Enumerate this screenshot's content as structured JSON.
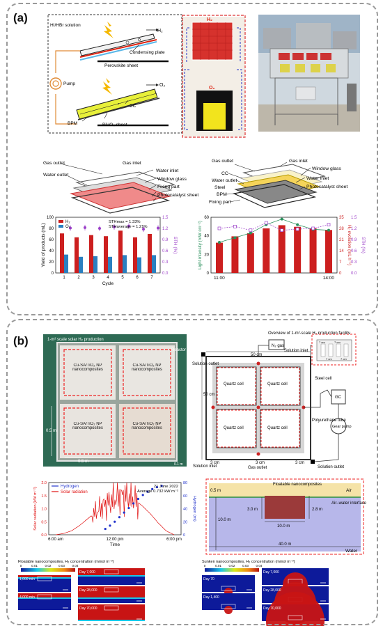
{
  "panel_a": {
    "label": "(a)",
    "schematic": {
      "solution": "HI/HBr solution",
      "h2": "H₂",
      "condensing": "Condensing plate",
      "perovskite": "Perovskite sheet",
      "pump": "Pump",
      "o2": "O₂",
      "cc": "CC",
      "bpm": "BPM",
      "bivo4": "BiVO₄ sheet"
    },
    "photo_labels": {
      "h2": "H₂",
      "o2": "O₂"
    },
    "left_cell": {
      "gas_outlet": "Gas outlet",
      "gas_inlet": "Gas inlet",
      "water_outlet": "Water outlet",
      "water_inlet": "Water inlet",
      "window_glass": "Window glass",
      "fixing_part": "Fixing part",
      "photocatalyst": "Photocatalyst sheet"
    },
    "right_cell": {
      "gas_outlet": "Gas outlet",
      "gas_inlet": "Gas inlet",
      "window_glass": "Window glass",
      "cc": "CC",
      "water_inlet": "Water inlet",
      "water_outlet": "Water outlet",
      "steel": "Steel",
      "photocatalyst": "Photocatalyst sheet",
      "bpm": "BPM",
      "fixing_part": "Fixing part"
    }
  },
  "panel_b": {
    "label": "(b)",
    "photo": {
      "title": "1-m² scale solar H₂ production",
      "cell_text": "Cu-SA/TiO₂ NP nanocomposites",
      "reactor": "Reactor cell",
      "dim_v": "0.5 m",
      "dim_h": "0.5 m",
      "scale": "0.1 m"
    },
    "facility": {
      "title": "Overview of 1-m²-scale H₂ production facility",
      "n2": "N₂ gas",
      "sol_inlet_top": "Solution inlet",
      "sol_outlet_top": "Solution outlet",
      "dim_top": "50 cm",
      "dim_left": "50 cm",
      "quartz": "Quartz cell",
      "steel": "Steel cell",
      "gc": "GC",
      "tube": "Polyurethane tube",
      "pump": "Gear pump",
      "sol_inlet_bottom": "Solution inlet",
      "sol_outlet_bottom": "Solution outlet",
      "gas_outlet": "Gas outlet",
      "cm3a": "3 cm",
      "cm3b": "3 cm",
      "cm3c": "3 cm",
      "inset_cm": [
        "7 cm",
        "7 cm",
        "7 cm",
        "7 cm"
      ]
    },
    "cross_section": {
      "floatable": "Floatable nanocomposites",
      "air": "Air",
      "interface": "Air–water interface",
      "water": "Water",
      "d05": "0.5 m",
      "d30": "3.0 m",
      "d28": "2.8 m",
      "d100a": "10.0 m",
      "d100b": "10.0 m",
      "d400": "40.0 m"
    },
    "sim_float": {
      "title": "Floatable nanocomposites, H₂ concentration (mmol m⁻³)",
      "ticks": [
        "0",
        "0.01",
        "0.02",
        "0.03",
        "0.04"
      ],
      "labels": [
        "1,000 min",
        "4,000 min",
        "Day 7,000",
        "Day 28,000",
        "Day 70,000"
      ]
    },
    "sim_sunk": {
      "title": "Sunken nanocomposites, H₂ concentration (mmol m⁻³)",
      "ticks": [
        "0",
        "0.01",
        "0.02",
        "0.03",
        "0.04"
      ],
      "labels": [
        "Day 70",
        "Day 1,400",
        "Day 7,000",
        "Day 28,000",
        "Day 70,000"
      ]
    }
  },
  "chart_data": [
    {
      "type": "bar",
      "categories": [
        "1",
        "2",
        "3",
        "4",
        "5",
        "6",
        "7"
      ],
      "series": [
        {
          "name": "H₂",
          "color": "#cc1f1f",
          "values": [
            71,
            64,
            68,
            66,
            76,
            64,
            70
          ]
        },
        {
          "name": "O₂",
          "color": "#2a7fc0",
          "values": [
            33,
            29,
            30,
            29,
            32,
            28,
            32
          ]
        },
        {
          "name": "STH (%)",
          "color": "#9b3fc8",
          "axis": "right",
          "values": [
            1.21,
            1.22,
            1.2,
            1.24,
            1.26,
            1.18,
            1.21
          ]
        }
      ],
      "annotation": [
        "STHmax = 1.33%",
        "STHaverage = 1.21%"
      ],
      "xlabel": "Cycle",
      "ylabel": "Yield of products (mL)",
      "y2label": "STH (%)",
      "ylim": [
        0,
        100
      ],
      "y2lim": [
        0.0,
        1.5
      ],
      "yticks": [
        "0",
        "20",
        "40",
        "60",
        "80",
        "100"
      ],
      "y2ticks": [
        "0.0",
        "0.3",
        "0.6",
        "0.9",
        "1.2",
        "1.5"
      ],
      "legend": "top-left"
    },
    {
      "type": "bar",
      "categories": [
        "11:00",
        "",
        "",
        "",
        "",
        "",
        "",
        "14:00"
      ],
      "series": [
        {
          "name": "H₂ evolution (mL h⁻¹)",
          "color": "#cc1f1f",
          "values": [
            19,
            23,
            25,
            28,
            30,
            29,
            28,
            27
          ]
        },
        {
          "name": "Light intensity (mW cm⁻²)",
          "color": "#2a8f5c",
          "axis": "left",
          "values": [
            33,
            38,
            43,
            52,
            58,
            52,
            47,
            46
          ]
        },
        {
          "name": "STH (%)",
          "color": "#9b3fc8",
          "values": [
            1.2,
            1.25,
            1.15,
            1.35,
            1.15,
            1.18,
            1.2,
            1.3
          ]
        }
      ],
      "ylabel": "Light intensity (mW cm⁻²)",
      "y2label": "H₂ evolution (mL h⁻¹)",
      "y3label": "STH (%)",
      "ylim": [
        0,
        60
      ],
      "y2lim": [
        0,
        35
      ],
      "y3lim": [
        0.0,
        1.5
      ],
      "yticks": [
        "0",
        "20",
        "40",
        "60"
      ],
      "y2ticks": [
        "0",
        "7",
        "14",
        "21",
        "28",
        "35"
      ],
      "y3ticks": [
        "0.0",
        "0.3",
        "0.6",
        "0.9",
        "1.2",
        "1.5"
      ],
      "xticks": [
        "11:00",
        "14:00"
      ]
    },
    {
      "type": "line",
      "series": [
        {
          "name": "Hydrogen",
          "color": "#2233cc",
          "axis": "right"
        },
        {
          "name": "Solar radiation",
          "color": "#e01010",
          "axis": "left"
        }
      ],
      "annotation": [
        "21 June 2022",
        "Average 0.732 kW m⁻²"
      ],
      "xlabel": "Time",
      "xticks": [
        "6:00 am",
        "12:00 pm",
        "6:00 pm"
      ],
      "ylabel": "Solar radiation (kW m⁻²)",
      "y2label": "Hydrogen (ml)",
      "yticks": [
        "0.0",
        "0.5",
        "1.0",
        "1.5",
        "2.0"
      ],
      "y2ticks": [
        "0",
        "20",
        "40",
        "60",
        "80"
      ],
      "ylim": [
        0,
        2.0
      ],
      "y2lim": [
        0,
        80
      ],
      "solar_shape": [
        0,
        0.05,
        0.15,
        0.35,
        0.6,
        0.85,
        1.1,
        1.3,
        1.45,
        1.5,
        1.35,
        1.1,
        0.8,
        0.45,
        0.15,
        0
      ],
      "hydrogen_trend": [
        0,
        2,
        5,
        9,
        14,
        20,
        27,
        34,
        41,
        48,
        55,
        61,
        66,
        70,
        73,
        75
      ]
    }
  ]
}
